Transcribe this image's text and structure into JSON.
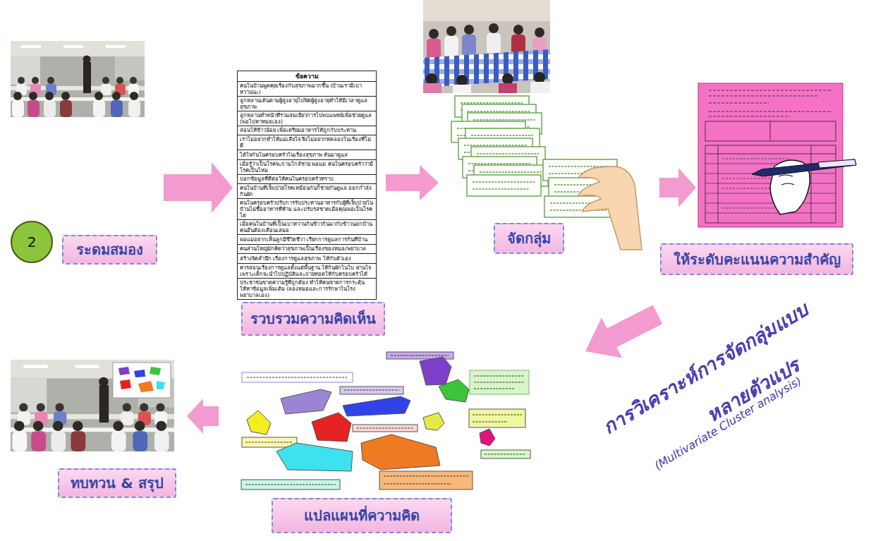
{
  "diagram": {
    "nodes": [
      {
        "text": [
          "2"
        ]
      },
      {
        "text": [
          "ระดมสมอง"
        ]
      },
      {
        "text": [
          "รวบรวมความคิดเห็น"
        ]
      },
      {
        "text": [
          "จัดกลุ่ม"
        ]
      },
      {
        "text": [
          "ให้ระดับคะแนนความสำคัญ"
        ]
      },
      {
        "text": [
          "ทบทวน & สรุป"
        ]
      },
      {
        "text": [
          "แปลแผนที่ความคิด"
        ]
      }
    ],
    "labels": [
      "ข้อความ",
      "คนในบ้านพูดคุยเรื่องกับสุขภาพมากขึ้น (บ้านเรามีเบาหวานนะ)",
      "ลูกหลานเดินตามผู้สูงอายุไปฟิตผู้สูงอายุทำให้มีเวลาดูแลสุขภาพ",
      "ลูกหลานทำหน้าที่รวมสมเยียวการไปพบแพทย์เพื่อช่วยดูแล (พ่อไปหาหมอเอง)",
      "สอนให้ข้าวน้อย เพื่อเตรียมอาหารให้ถูกกับประทาน",
      "เราไม่อยากทำให้แม่เสียใจ จึงไม่อยากทดลองในเรื่องที่ไม่ดี",
      "ได้ใจกันในครอบครัวในเรื่องสุขภาพ หันมาดูแล",
      "เมื่อรู้ว่าเป็นโรคจะถามใกล้ชาย พ่อแม่ คนในครอบครัวว่ามีโรคเป็นไหม",
      "บอกข้อมูลที่ดีต่อให้คนในครอบครัวทราบ",
      "คนในบ้านที่เจ็บป่วยโรคเหมือนกันก็ช่วยกันดูแล ออกกำลัง กินผัก",
      "คนในครอบครัวปรับการรับประทานอาหารกับผู้ที่เจ็บป่วยในบ้านไม่ซื้ออาหารที่ห้าม และปรับรสชาดเมื่อคุณพ่อเป็นโรคไต",
      "เมื่อคนในบ้านที่เป็นเบาหวานกินข้าวกินมากับข้าวนอกบ้าน คนอื่นต้องเตือนเสมอ",
      "พ่อแม่อยากเห็นลูกมีชีวิตชีวา เรียกการดูแลการกินที่บ้าน",
      "คนส่วนใหญ่มักคิดว่าสุขภาพเป็นเรื่องของหมอ/พยาบาล",
      "สร้างจิตสำนึก เรื่องการดูแลสุขภาพ ให้กับตัวเอง",
      "ควรสอนเรื่องการดูแลตั้งแต่พื้นฐาน ให้กินผักในใบ ผ่านใจ เพราะเด็กจะนำไปปฏิบัติและถ่ายทอดให้กับครอบครัวได้",
      "ประชาชนขาดความรู้ที่ถูกต้อง ทำให้คนขาดการกระตุ้นให้หาข้อมูลเพิ่มเติม (ลองหมอและการรักษาในโรงพยาบาลเอง)",
      "การวิเคราะห์การจัดกลุ่มแบบ",
      "หลายตัวแปร",
      "(Multivariate Cluster analysis)"
    ]
  }
}
